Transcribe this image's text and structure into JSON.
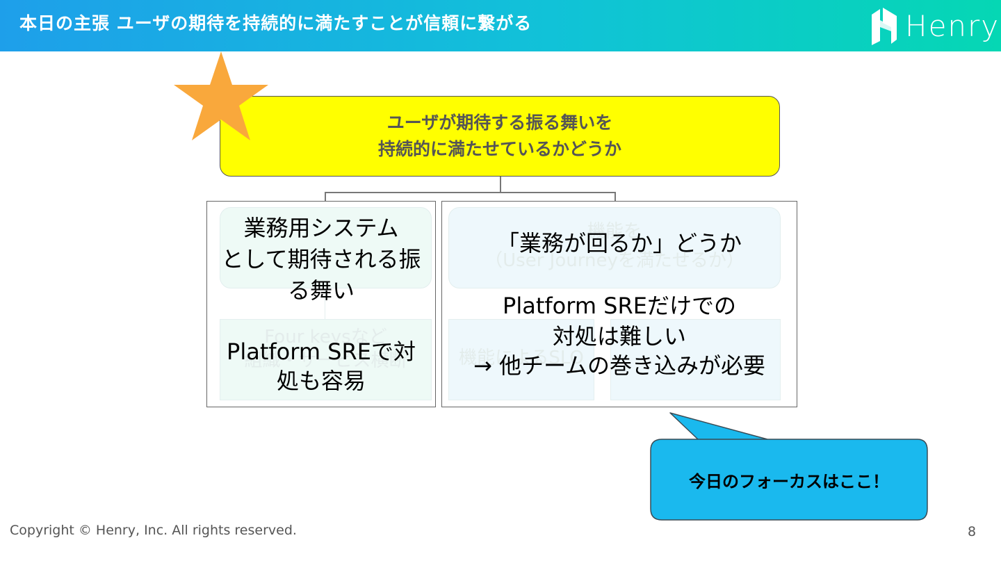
{
  "header": {
    "title": "本日の主張 ユーザの期待を持続的に満たすことが信頼に繋がる",
    "logo_text": "Henry"
  },
  "colors": {
    "header_gradient_start": "#1e9fea",
    "header_gradient_end": "#05d7b4",
    "top_box": "#ffff00",
    "star": "#f9a83c",
    "bubble": "#1ab9ee",
    "left_faded_fill": "#eefaf6",
    "right_faded_fill": "#eef8fc"
  },
  "top_box": {
    "line1": "ユーザが期待する振る舞いを",
    "line2": "持続的に満たせているかどうか"
  },
  "left_panel": {
    "ghost_lines": [
      "Four keysなど",
      "組織・サービス横断"
    ],
    "overlay_title_lines": [
      "業務用システム",
      "として期待される振",
      "る舞い"
    ],
    "overlay_bottom_lines": [
      "Platform SREで対",
      "処も容易"
    ]
  },
  "right_panel": {
    "ghost_lines": [
      "機能を",
      "（User Journeyを満たせるか）",
      "機能によるSLO"
    ],
    "overlay_title": "「業務が回るか」どうか",
    "overlay_bottom_lines": [
      "Platform SREだけでの",
      "対処は難しい",
      "→ 他チームの巻き込みが必要"
    ]
  },
  "bubble": {
    "text": "今日のフォーカスはここ！"
  },
  "footer": {
    "copyright": "Copyright © Henry, Inc. All rights reserved.",
    "page": "8"
  }
}
